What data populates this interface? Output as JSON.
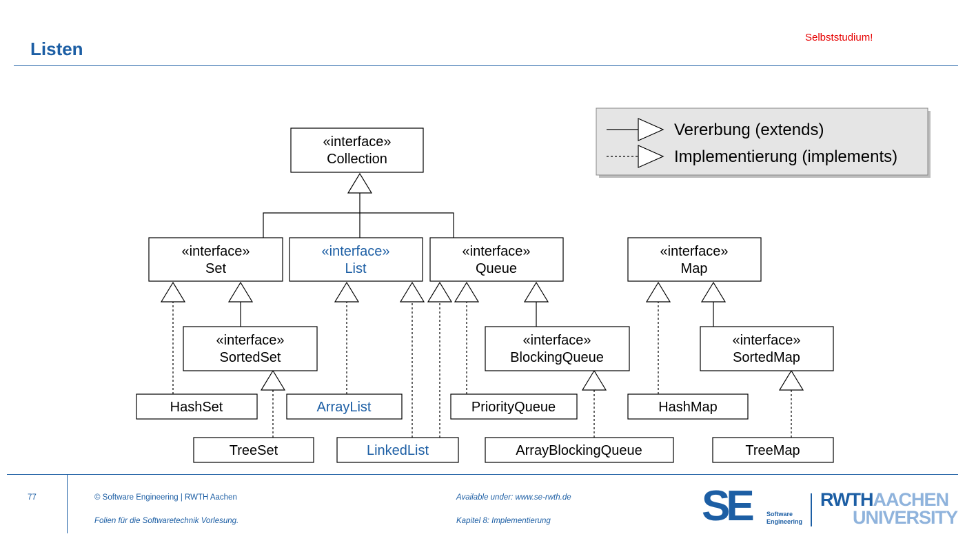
{
  "header": {
    "title": "Listen",
    "badge": "Selbststudium!"
  },
  "colors": {
    "accent": "#1c5ea4",
    "badge": "#e60000",
    "legend_bg": "#e5e5e5",
    "logo_light": "#8fb3dc"
  },
  "legend": {
    "extends_label": "Vererbung (extends)",
    "implements_label": "Implementierung (implements)"
  },
  "diagram": {
    "stereotype": "«interface»",
    "interfaces": {
      "collection": "Collection",
      "set": "Set",
      "list": "List",
      "queue": "Queue",
      "map": "Map",
      "sorted_set": "SortedSet",
      "blocking_queue": "BlockingQueue",
      "sorted_map": "SortedMap"
    },
    "classes": {
      "hash_set": "HashSet",
      "array_list": "ArrayList",
      "priority_queue": "PriorityQueue",
      "hash_map": "HashMap",
      "tree_set": "TreeSet",
      "linked_list": "LinkedList",
      "array_blocking_queue": "ArrayBlockingQueue",
      "tree_map": "TreeMap"
    },
    "highlighted": [
      "list",
      "array_list",
      "linked_list"
    ]
  },
  "footer": {
    "page_number": "77",
    "copyright": "©  Software Engineering  |  RWTH Aachen",
    "course": "Folien für die Softwaretechnik Vorlesung.",
    "available": "Available under:  www.se-rwth.de",
    "chapter": "Kapitel 8: Implementierung"
  },
  "logos": {
    "se_letters": "SE",
    "se_sub_line1": "Software",
    "se_sub_line2": "Engineering",
    "rwth_dark": "RWTH",
    "rwth_light_1": "AACHEN",
    "rwth_light_2": "UNIVERSITY"
  }
}
